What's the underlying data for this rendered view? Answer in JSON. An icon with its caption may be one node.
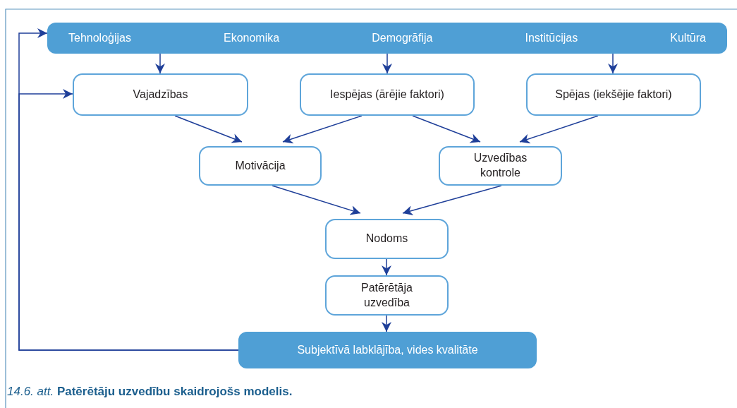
{
  "diagram": {
    "caption": "*14.6. att.* **Patērētāju uzvedību skaidrojošs modelis.**",
    "nodes": [
      {
        "text": [
          "Tehnoloģijas",
          "Ekonomika",
          "Demogrāfija",
          "Institūcijas",
          "Kultūra"
        ]
      },
      {
        "text": [
          "Vajadzības"
        ]
      },
      {
        "text": [
          "Iespējas (ārējie faktori)"
        ]
      },
      {
        "text": [
          "Spējas (iekšējie faktori)"
        ]
      },
      {
        "text": [
          "Motivācija"
        ]
      },
      {
        "text": [
          "Uzvedības kontrole"
        ]
      },
      {
        "text": [
          "Nodoms"
        ]
      },
      {
        "text": [
          "Patērētāja uzvedība"
        ]
      },
      {
        "text": [
          "Subjektīvā labklājība, vides kvalitāte"
        ]
      }
    ],
    "edges": [
      {
        "from": 0,
        "to": 1,
        "arrow": "to"
      },
      {
        "from": 0,
        "to": 2,
        "arrow": "to"
      },
      {
        "from": 0,
        "to": 3,
        "arrow": "to"
      },
      {
        "from": 1,
        "to": 4,
        "arrow": "to"
      },
      {
        "from": 2,
        "to": 4,
        "arrow": "to"
      },
      {
        "from": 2,
        "to": 5,
        "arrow": "to"
      },
      {
        "from": 3,
        "to": 5,
        "arrow": "to"
      },
      {
        "from": 4,
        "to": 6,
        "arrow": "to"
      },
      {
        "from": 5,
        "to": 6,
        "arrow": "to"
      },
      {
        "from": 6,
        "to": 7,
        "arrow": "to"
      },
      {
        "from": 7,
        "to": 8,
        "arrow": "to"
      },
      {
        "from": 8,
        "to": 0,
        "arrow": "to"
      },
      {
        "from": 8,
        "to": 1,
        "arrow": "to"
      }
    ]
  }
}
